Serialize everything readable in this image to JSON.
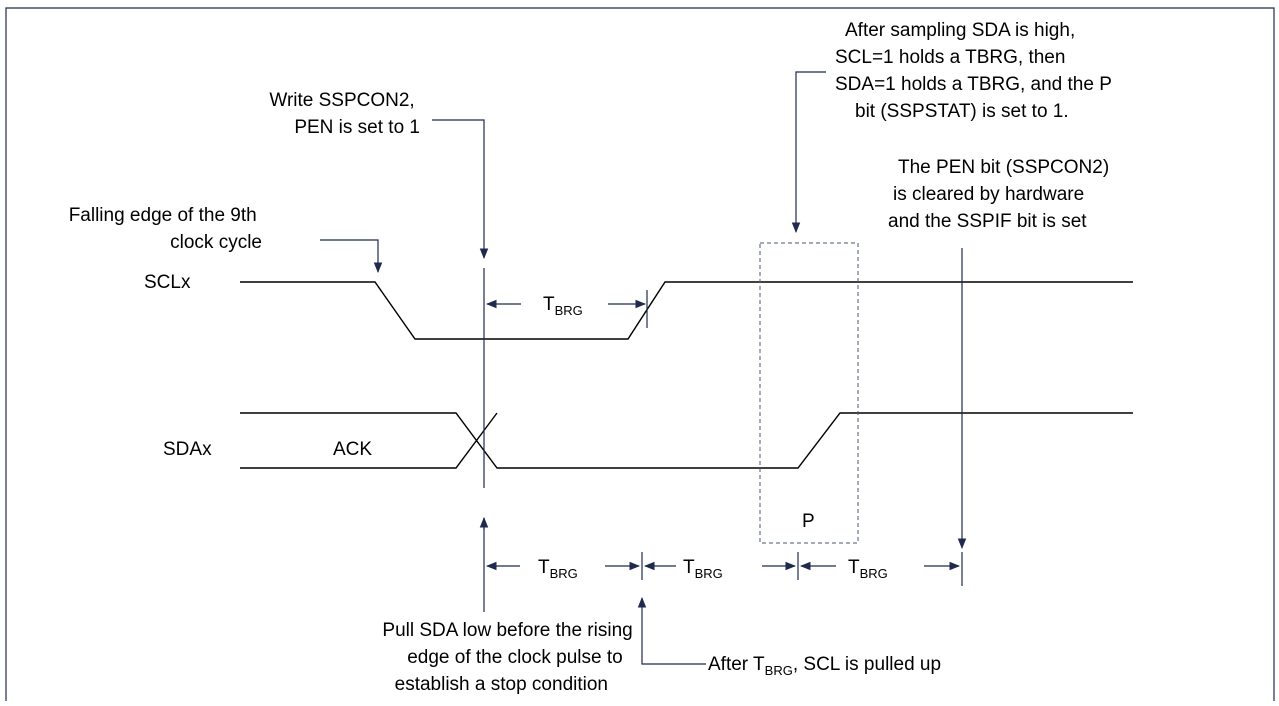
{
  "signals": {
    "scl_label": "SCLx",
    "sda_label": "SDAx",
    "ack_label": "ACK",
    "stop_label": "P"
  },
  "timing": {
    "tbrg_main": "T",
    "tbrg_sub": "BRG"
  },
  "annotations": {
    "falling_edge": [
      "Falling edge of the 9th",
      "clock cycle"
    ],
    "write_sspcon2": [
      "Write SSPCON2,",
      "PEN is set to 1"
    ],
    "after_sampling": [
      "After sampling SDA is high,",
      "SCL=1 holds a TBRG, then",
      "SDA=1 holds a TBRG, and the P",
      "bit (SSPSTAT) is set to 1."
    ],
    "pen_cleared": [
      "The PEN bit (SSPCON2)",
      "is cleared by hardware",
      "and the SSPIF bit is set"
    ],
    "pull_sda_low": [
      "Pull SDA low before the rising",
      "edge of the clock pulse to",
      "establish a stop condition"
    ],
    "after_tbrg": {
      "prefix": "After T",
      "sub": "BRG",
      "suffix": ", SCL is pulled up"
    }
  }
}
